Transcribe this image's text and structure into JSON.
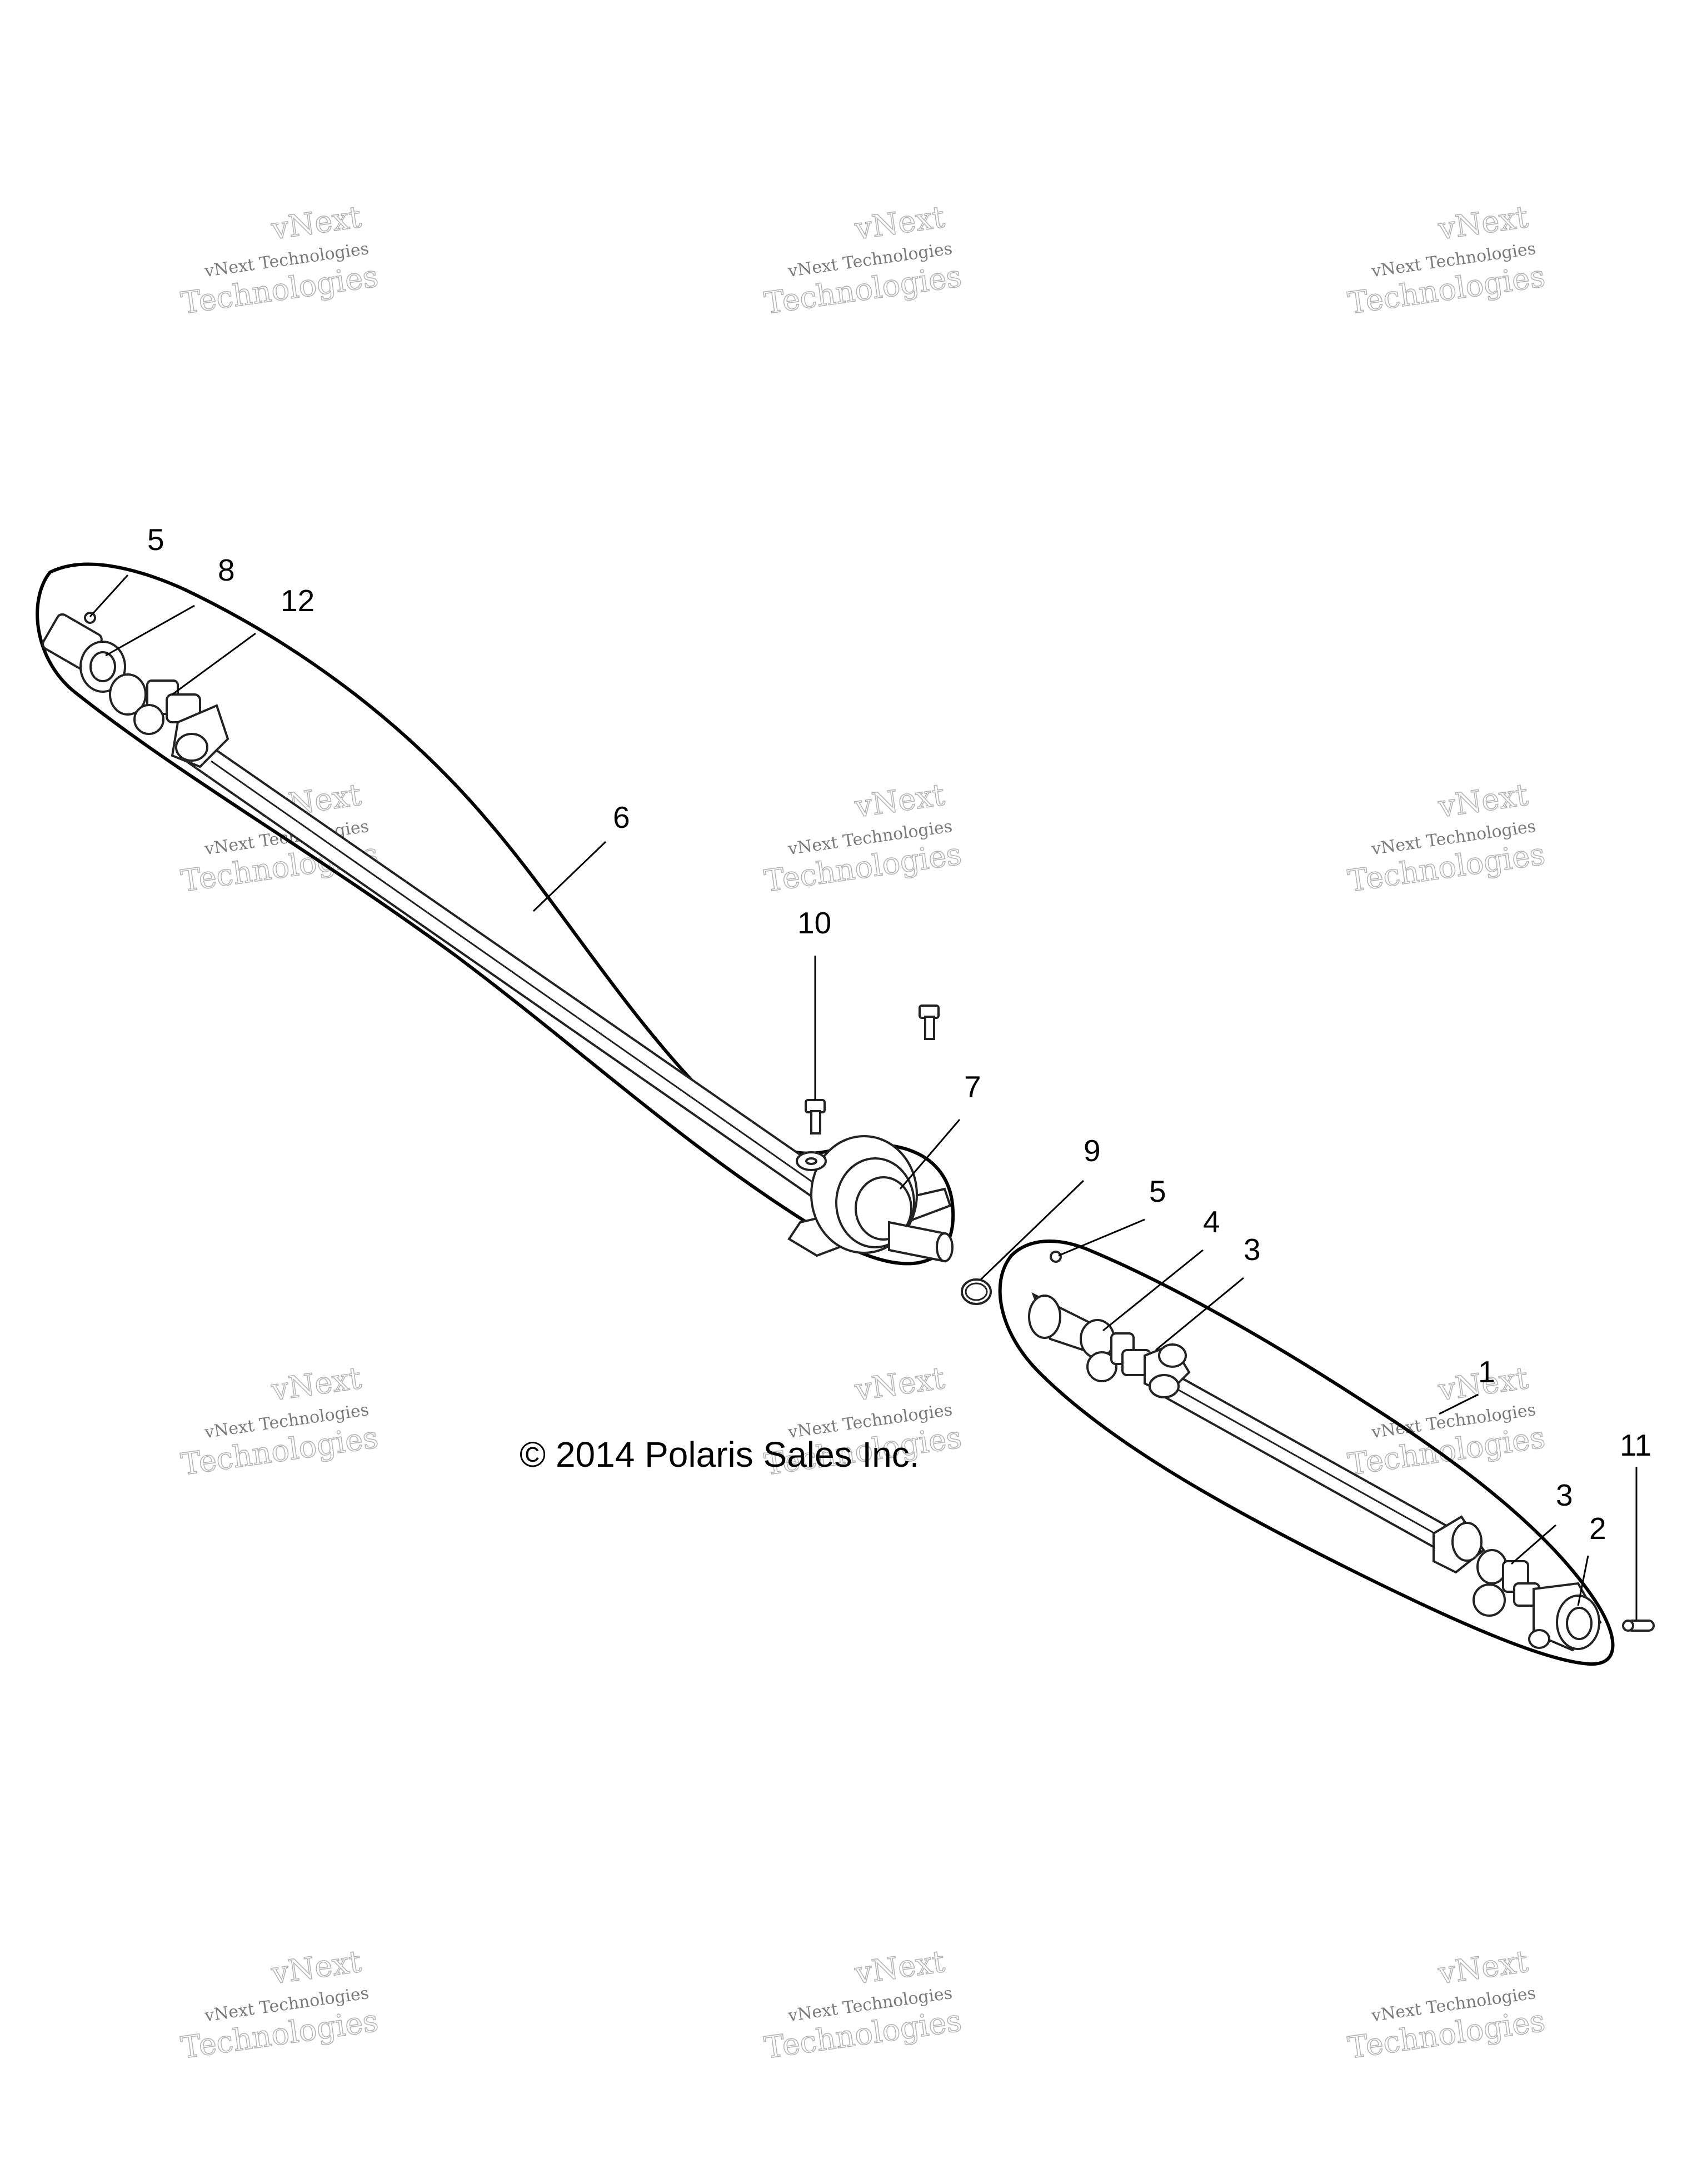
{
  "watermark": {
    "line1": "vNext",
    "line2": "vNext Technologies",
    "line3": "Technologies"
  },
  "copyright": "© 2014 Polaris Sales Inc.",
  "callouts": [
    {
      "id": "c5a",
      "label": "5"
    },
    {
      "id": "c8",
      "label": "8"
    },
    {
      "id": "c12",
      "label": "12"
    },
    {
      "id": "c6",
      "label": "6"
    },
    {
      "id": "c10",
      "label": "10"
    },
    {
      "id": "c7",
      "label": "7"
    },
    {
      "id": "c9",
      "label": "9"
    },
    {
      "id": "c5b",
      "label": "5"
    },
    {
      "id": "c4",
      "label": "4"
    },
    {
      "id": "c3a",
      "label": "3"
    },
    {
      "id": "c1",
      "label": "1"
    },
    {
      "id": "c11",
      "label": "11"
    },
    {
      "id": "c3b",
      "label": "3"
    },
    {
      "id": "c2",
      "label": "2"
    }
  ]
}
